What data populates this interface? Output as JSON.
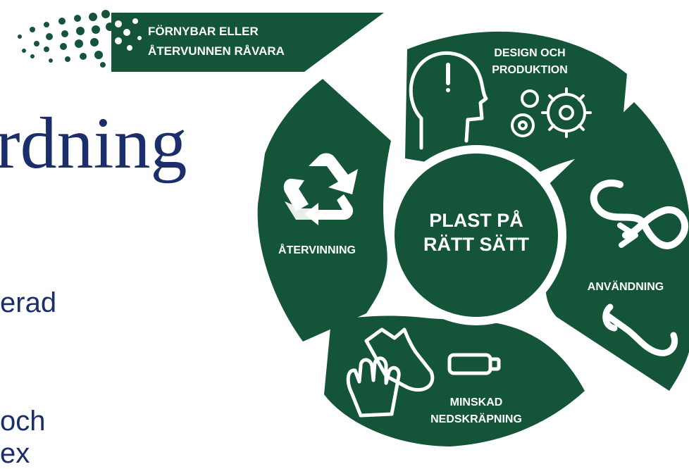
{
  "slide": {
    "title_fragment": "rdning",
    "bullets": [
      "erad",
      "och",
      "ex"
    ]
  },
  "diagram": {
    "banner": [
      "FÖRNYBAR ELLER",
      "ÅTERVUNNEN RÅVARA"
    ],
    "center": [
      "PLAST PÅ",
      "RÄTT SÄTT"
    ],
    "segments": {
      "design": [
        "DESIGN OCH",
        "PRODUKTION"
      ],
      "anvandning": "ANVÄNDNING",
      "nedskrapning": [
        "MINSKAD",
        "NEDSKRÄPNING"
      ],
      "atervinning": "ÅTERVINNING"
    },
    "icons": [
      "thinking-head-icon",
      "gears-icon",
      "infinity-loop-icon",
      "wrench-icon",
      "bottle-icon",
      "plastic-bag-icon",
      "glove-hand-icon",
      "recycle-icon"
    ],
    "colors": {
      "green": "#14553a",
      "white": "#ffffff",
      "title_blue": "#1a2e6b"
    }
  }
}
